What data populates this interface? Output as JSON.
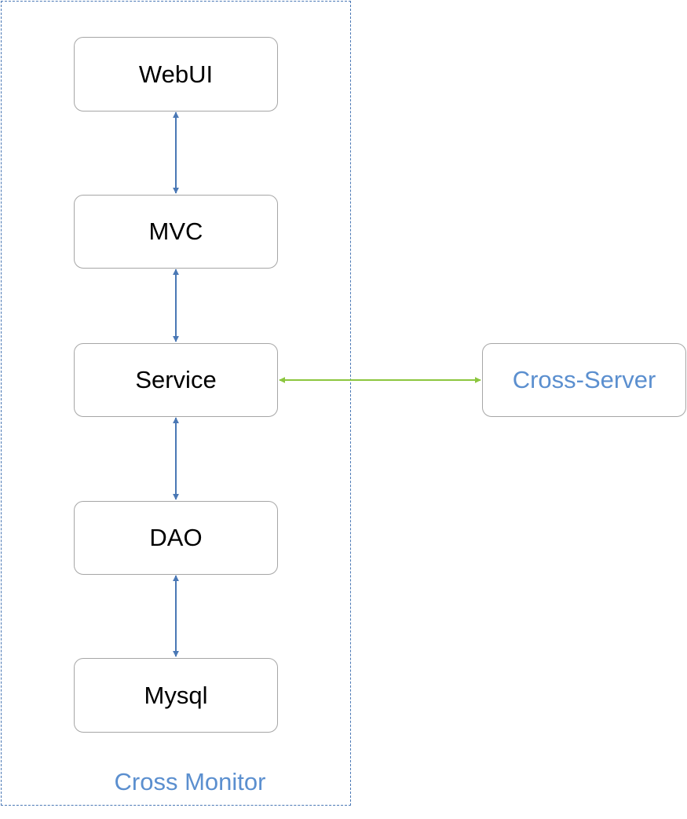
{
  "boundary": {
    "label": "Cross Monitor",
    "border_color": "#4a78b5",
    "label_color": "#5b8fcf"
  },
  "layers": [
    {
      "id": "webui",
      "label": "WebUI"
    },
    {
      "id": "mvc",
      "label": "MVC"
    },
    {
      "id": "service",
      "label": "Service"
    },
    {
      "id": "dao",
      "label": "DAO"
    },
    {
      "id": "mysql",
      "label": "Mysql"
    }
  ],
  "external": {
    "label": "Cross-Server",
    "label_color": "#5b8fcf"
  },
  "connections": [
    {
      "from": "webui",
      "to": "mvc",
      "direction": "bidirectional",
      "color": "#4a78b5"
    },
    {
      "from": "mvc",
      "to": "service",
      "direction": "bidirectional",
      "color": "#4a78b5"
    },
    {
      "from": "service",
      "to": "dao",
      "direction": "bidirectional",
      "color": "#4a78b5"
    },
    {
      "from": "dao",
      "to": "mysql",
      "direction": "bidirectional",
      "color": "#4a78b5"
    },
    {
      "from": "service",
      "to": "cross-server",
      "direction": "bidirectional",
      "color": "#8cc63f"
    }
  ]
}
